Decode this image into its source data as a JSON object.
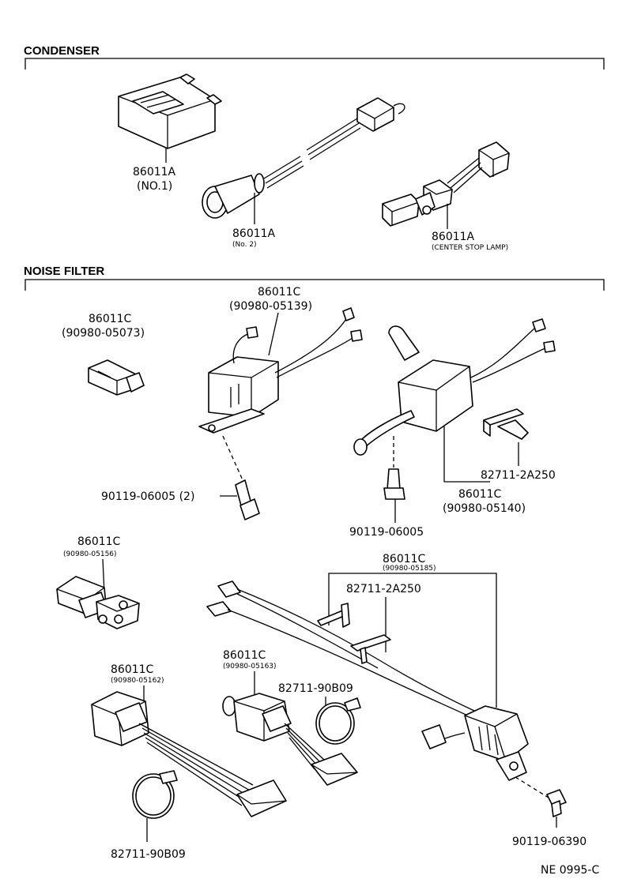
{
  "sections": {
    "condenser": "CONDENSER",
    "noise_filter": "NOISE FILTER"
  },
  "condenser": {
    "no1": {
      "part": "86011A",
      "note": "(NO.1)"
    },
    "no2": {
      "part": "86011A",
      "note": "(No. 2)"
    },
    "center": {
      "part": "86011A",
      "note": "(CENTER STOP LAMP)"
    }
  },
  "noise_filter": {
    "small_conn": {
      "part": "86011C",
      "sub": "(90980-05073)"
    },
    "top_mid": {
      "part": "86011C",
      "sub": "(90980-05139)"
    },
    "bolt_left": "90119-06005 (2)",
    "bolt_mid": "90119-06005",
    "bracket_right": "82711-2A250",
    "right_filter": {
      "part": "86011C",
      "sub": "(90980-05140)"
    },
    "conn_05156": {
      "part": "86011C",
      "sub": "(90980-05156)"
    },
    "harness_05185": {
      "part": "86011C",
      "sub": "(90980-05185)"
    },
    "bracket_lower": "82711-2A250",
    "conn_05162": {
      "part": "86011C",
      "sub": "(90980-05162)"
    },
    "conn_05163": {
      "part": "86011C",
      "sub": "(90980-05163)"
    },
    "band_upper": "82711-90B09",
    "band_lower": "82711-90B09",
    "bolt_lower": "90119-06390"
  },
  "footer": "NE 0995-C"
}
